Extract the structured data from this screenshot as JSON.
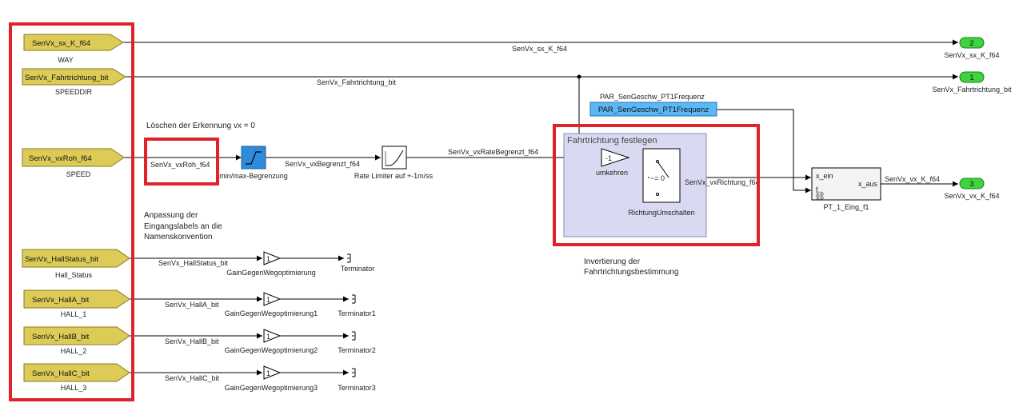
{
  "colors": {
    "inport_fill": "#dccb57",
    "goto_fill": "#3fd33f",
    "param_fill": "#5bb8f5",
    "subsystem_fill": "#d9d9f2",
    "highlight": "#e0222b"
  },
  "inports": [
    {
      "name": "SenVx_sx_K_f64",
      "label": "WAY"
    },
    {
      "name": "SenVx_Fahrtrichtung_bit",
      "label": "SPEEDDIR"
    },
    {
      "name": "SenVx_vxRoh_f64",
      "label": "SPEED"
    },
    {
      "name": "SenVx_HallStatus_bit",
      "label": "Hall_Status"
    },
    {
      "name": "SenVx_HallA_bit",
      "label": "HALL_1"
    },
    {
      "name": "SenVx_HallB_bit",
      "label": "HALL_2"
    },
    {
      "name": "SenVx_HallC_bit",
      "label": "HALL_3"
    }
  ],
  "outports": [
    {
      "num": "2",
      "label": "SenVx_sx_K_f64"
    },
    {
      "num": "1",
      "label": "SenVx_Fahrtrichtung_bit"
    },
    {
      "num": "3",
      "label": "SenVx_vx_K_f64"
    }
  ],
  "signals": {
    "sx": "SenVx_sx_K_f64",
    "fahrtrichtung": "SenVx_Fahrtrichtung_bit",
    "vxRoh": "SenVx_vxRoh_f64",
    "vxBegrenzt": "SenVx_vxBegrenzt_f64",
    "vxRateBegrenzt": "SenVx_vxRateBegrenzt_f64",
    "vxRichtung": "SenVx_vxRichtung_f64",
    "vxK": "SenVx_vx_K_f64",
    "hallStatus": "SenVx_HallStatus_bit",
    "hallA": "SenVx_HallA_bit",
    "hallB": "SenVx_HallB_bit",
    "hallC": "SenVx_HallC_bit"
  },
  "blocks": {
    "saturation": "min/max-Begrenzung",
    "rate_limiter": "Rate Limiter auf +-1m/ss",
    "gains": [
      "GainGegenWegoptimierung",
      "GainGegenWegoptimierung1",
      "GainGegenWegoptimierung2",
      "GainGegenWegoptimierung3"
    ],
    "gain_value": "1",
    "terminators": [
      "Terminator",
      "Terminator1",
      "Terminator2",
      "Terminator3"
    ],
    "param_label": "PAR_SenGeschw_PT1Frequenz",
    "param_block": "PAR_SenGeschw_PT1Frequenz",
    "subsystem_title": "Fahrtrichtung festlegen",
    "invert_gain": "-1",
    "invert_label": "umkehren",
    "switch_cond": "~= 0",
    "switch_label": "RichtungUmschalten",
    "pt1_label": "PT_1_Eing_f1",
    "pt1_in1": "x_ein",
    "pt1_in2": "f",
    "pt1_out": "x_aus"
  },
  "annotations": {
    "loeschen": "Löschen der Erkennung vx = 0",
    "anpassung_1": "Anpassung der",
    "anpassung_2": "Eingangslabels an die",
    "anpassung_3": "Namenskonvention",
    "invert_1": "Invertierung der",
    "invert_2": "Fahrtrichtungsbestimmung"
  }
}
